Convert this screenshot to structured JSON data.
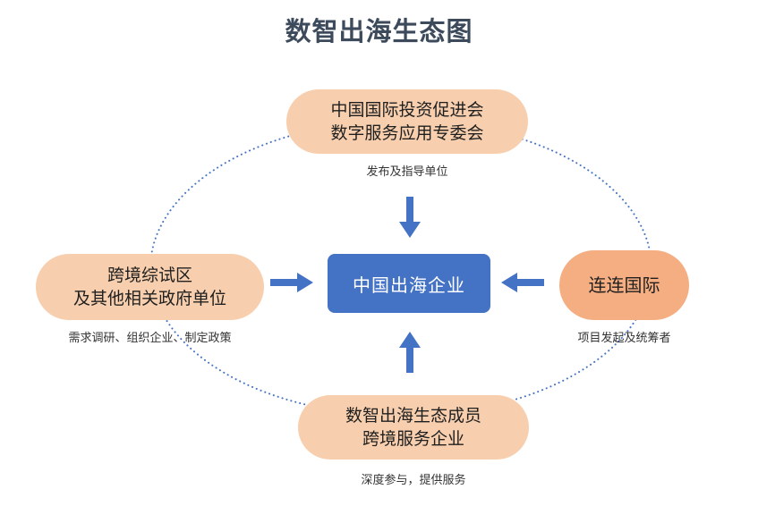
{
  "title": "数智出海生态图",
  "top_node": {
    "line1": "中国国际投资促进会",
    "line2": "数字服务应用专委会",
    "caption": "发布及指导单位"
  },
  "left_node": {
    "line1": "跨境综试区",
    "line2": "及其他相关政府单位",
    "caption": "需求调研、组织企业、制定政策"
  },
  "right_node": {
    "label": "连连国际",
    "caption": "项目发起及统筹者"
  },
  "bottom_node": {
    "line1": "数智出海生态成员",
    "line2": "跨境服务企业",
    "caption": "深度参与，提供服务"
  },
  "center": {
    "label": "中国出海企业"
  },
  "colors": {
    "node_fill": "#f7cfae",
    "highlight_fill": "#f4ae82",
    "center_fill": "#4472c4",
    "arrow": "#4472c4",
    "ring": "#4472c4",
    "title": "#3c4a5c"
  }
}
